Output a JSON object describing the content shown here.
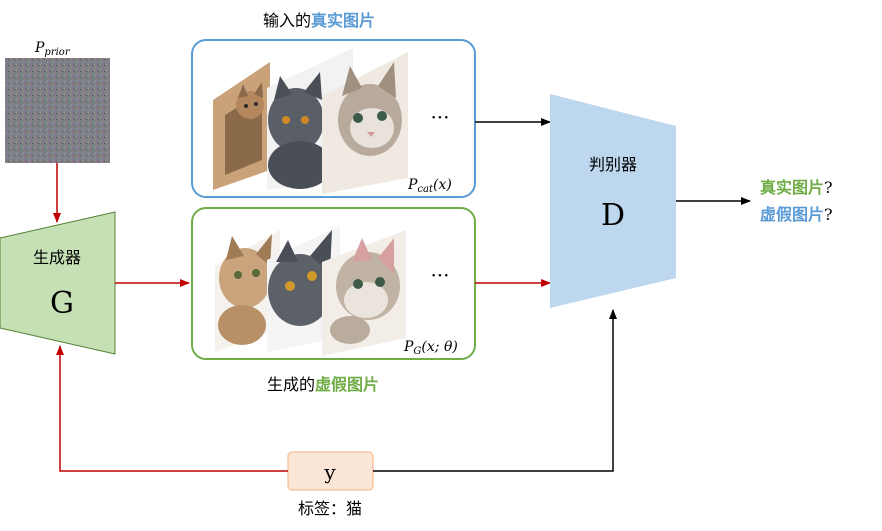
{
  "titles": {
    "real_prefix": "输入的",
    "real_highlight": "真实图片",
    "fake_prefix": "生成的",
    "fake_highlight": "虚假图片"
  },
  "noise": {
    "label_main": "P",
    "label_sub": "prior"
  },
  "generator": {
    "cn": "生成器",
    "letter": "G"
  },
  "discriminator": {
    "cn": "判别器",
    "letter": "D"
  },
  "real_box": {
    "label_main": "P",
    "label_sub": "cat",
    "label_arg": "(x)",
    "ellipsis": "···"
  },
  "fake_box": {
    "label_main": "P",
    "label_sub": "G",
    "label_arg": "(x; θ)",
    "ellipsis": "···"
  },
  "outputs": {
    "real_text": "真实图片",
    "real_q": "?",
    "fake_text": "虚假图片",
    "fake_q": "?"
  },
  "label_box": {
    "letter": "y",
    "caption": "标签：猫"
  },
  "colors": {
    "real_blue": "#5b9bd5",
    "fake_green": "#70ad47",
    "gen_fill": "#c5e0b4",
    "gen_stroke": "#548235",
    "disc_fill": "#bdd7ee",
    "label_fill": "#fbe5d6",
    "arrow_red": "#c00000",
    "arrow_black": "#000000"
  }
}
